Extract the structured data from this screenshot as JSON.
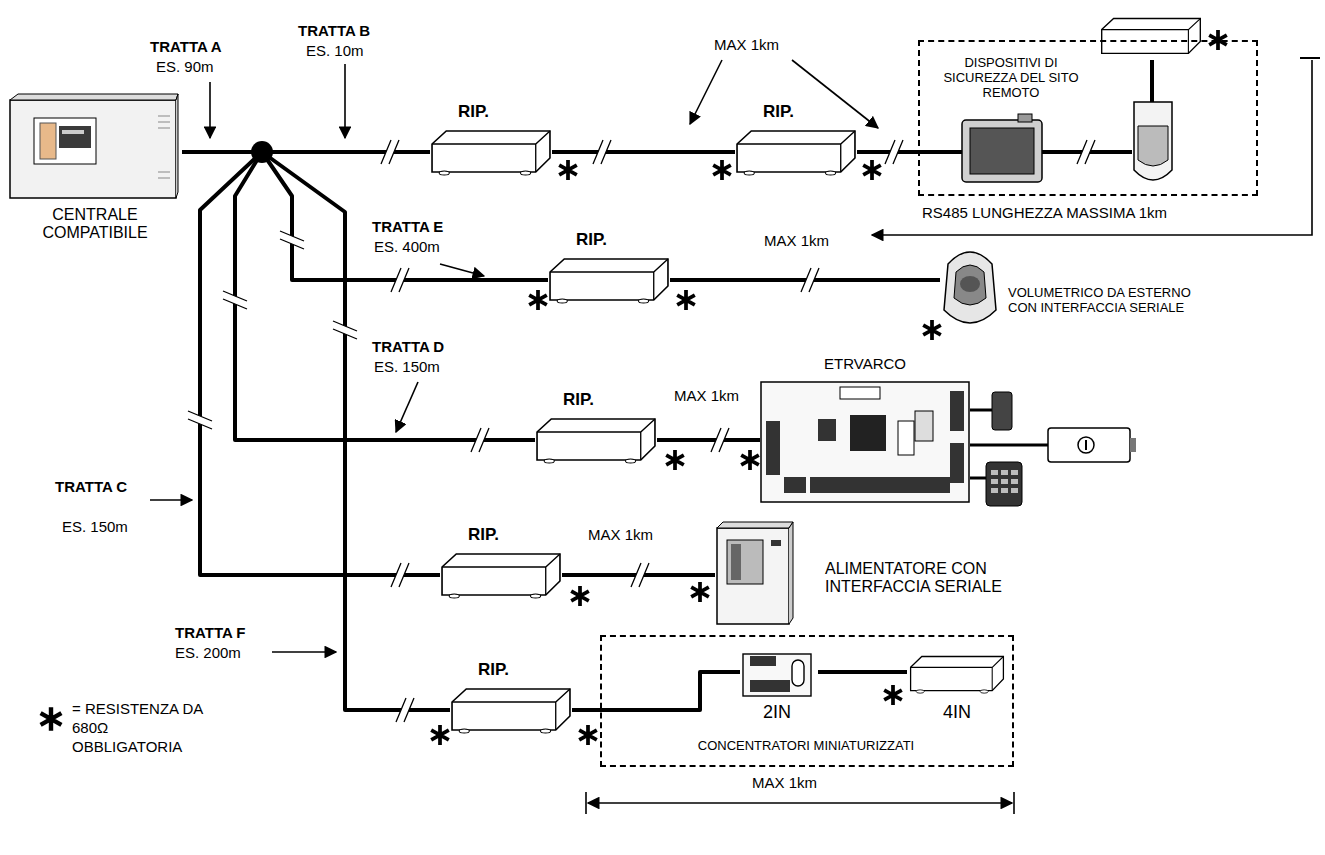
{
  "diagram": {
    "nodes": [
      {
        "text": [
          "CENTRALE COMPATIBILE"
        ]
      },
      {
        "text": [
          "RIP."
        ]
      },
      {
        "text": [
          "RIP."
        ]
      },
      {
        "text": [
          "DISPOSITIVI DI SICUREZZA DEL SITO REMOTO"
        ]
      },
      {
        "text": [
          "RIP."
        ]
      },
      {
        "text": [
          "VOLUMETRICO DA ESTERNO CON INTERFACCIA SERIALE"
        ]
      },
      {
        "text": [
          "RIP."
        ]
      },
      {
        "text": [
          "ETRVARCO"
        ]
      },
      {
        "text": [
          "RIP."
        ]
      },
      {
        "text": [
          "ALIMENTATORE CON INTERFACCIA SERIALE"
        ]
      },
      {
        "text": [
          "RIP."
        ]
      },
      {
        "text": [
          "CONCENTRATORI MINIATURIZZATI"
        ]
      },
      {
        "text": [
          "2IN"
        ],
        "in": 11
      },
      {
        "text": [
          "4IN"
        ],
        "in": 11
      }
    ],
    "edges": [
      {
        "from": 0,
        "to": 1,
        "arrow": "none"
      },
      {
        "from": 1,
        "to": 2,
        "arrow": "none"
      },
      {
        "from": 2,
        "to": 3,
        "arrow": "none"
      },
      {
        "from": 0,
        "to": 4,
        "arrow": "none"
      },
      {
        "from": 4,
        "to": 5,
        "arrow": "none"
      },
      {
        "from": 0,
        "to": 6,
        "arrow": "none"
      },
      {
        "from": 6,
        "to": 7,
        "arrow": "none"
      },
      {
        "from": 0,
        "to": 8,
        "arrow": "none"
      },
      {
        "from": 8,
        "to": 9,
        "arrow": "none"
      },
      {
        "from": 0,
        "to": 10,
        "arrow": "none"
      },
      {
        "from": 10,
        "to": 12,
        "arrow": "none"
      },
      {
        "from": 12,
        "to": 13,
        "arrow": "none"
      }
    ],
    "labels": [
      "TRATTA A",
      "ES. 90m",
      "TRATTA B",
      "ES. 10m",
      "MAX 1km",
      "TRATTA E",
      "ES. 400m",
      "MAX 1km",
      "RS485 LUNGHEZZA MASSIMA 1km",
      "TRATTA D",
      "ES. 150m",
      "MAX 1km",
      "TRATTA C",
      "ES. 150m",
      "MAX 1km",
      "TRATTA F",
      "ES. 200m",
      "MAX 1km"
    ],
    "legend": [
      {
        "text": "= RESISTENZA DA 680Ω OBBLIGATORIA"
      }
    ]
  }
}
